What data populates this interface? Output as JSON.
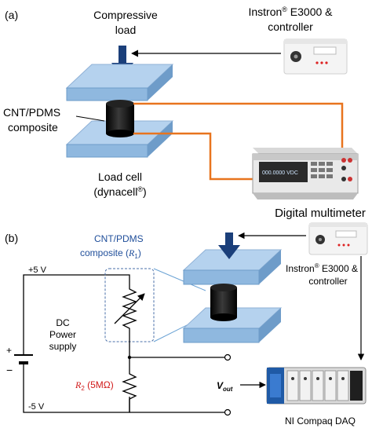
{
  "panel_a": {
    "tag": "(a)",
    "compressive_load": [
      "Compressive",
      "load"
    ],
    "instron": {
      "line1_prefix": "Instron",
      "registered": "®",
      "line1_suffix": " E3000 &",
      "line2": "controller"
    },
    "composite": [
      "CNT/PDMS",
      "composite"
    ],
    "load_cell": {
      "line1": "Load cell",
      "line2_prefix": "(dynacell",
      "registered": "®",
      "line2_suffix": ")"
    },
    "multimeter": "Digital multimeter",
    "multimeter_display": "000.0000 VDC"
  },
  "panel_b": {
    "tag": "(b)",
    "composite": {
      "line1": "CNT/PDMS",
      "line2_prefix": "composite (",
      "r_symbol": "R",
      "r_sub": "1",
      "line2_suffix": ")"
    },
    "plus_5v": "+5 V",
    "minus_5v": "-5 V",
    "dc_supply": [
      "DC",
      "Power",
      "supply"
    ],
    "plus_sign": "+",
    "minus_sign": "−",
    "r2": {
      "symbol": "R",
      "sub": "2",
      "value": " (5MΩ)"
    },
    "vout": {
      "symbol": "V",
      "sub": "out"
    },
    "instron": {
      "line1_prefix": "Instron",
      "registered": "®",
      "line1_suffix": "  E3000 &",
      "line2": "controller"
    },
    "daq": "NI Compaq DAQ"
  },
  "colors": {
    "plate_blue": "#8fb8df",
    "plate_top": "#b5d2ee",
    "plate_side": "#6e9cc9",
    "arrow_navy": "#1b3f7a",
    "wire_orange": "#e8741e",
    "composite_black": "#111111"
  }
}
